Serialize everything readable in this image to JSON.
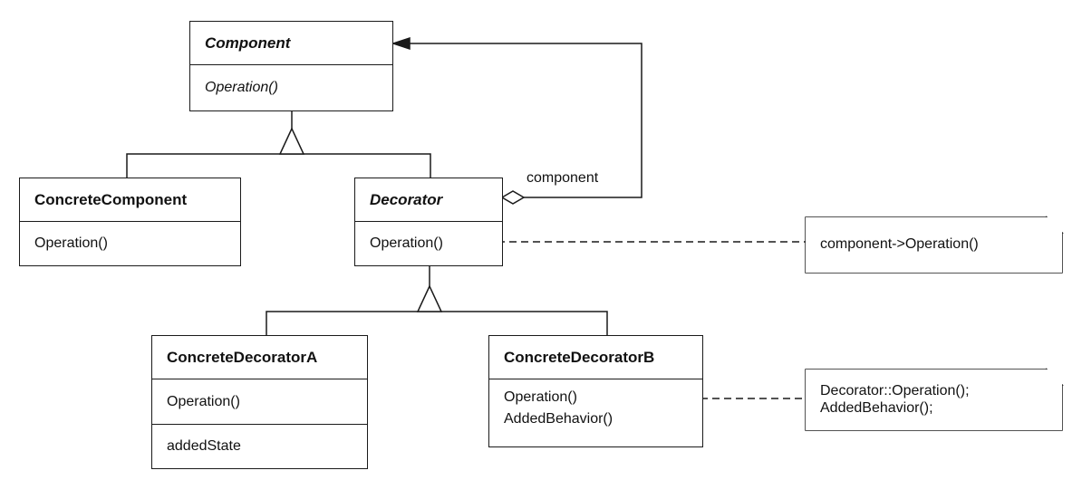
{
  "classes": {
    "component": {
      "name": "Component",
      "operation": "Operation()"
    },
    "concrete_component": {
      "name": "ConcreteComponent",
      "operation": "Operation()"
    },
    "decorator": {
      "name": "Decorator",
      "operation": "Operation()"
    },
    "concrete_decorator_a": {
      "name": "ConcreteDecoratorA",
      "operation": "Operation()",
      "attribute": "addedState"
    },
    "concrete_decorator_b": {
      "name": "ConcreteDecoratorB",
      "operations": [
        "Operation()",
        "AddedBehavior()"
      ]
    }
  },
  "association": {
    "role": "component"
  },
  "notes": {
    "decorator_note": {
      "lines": [
        "component->Operation()"
      ]
    },
    "concrete_b_note": {
      "lines": [
        "Decorator::Operation();",
        "AddedBehavior();"
      ]
    }
  },
  "colors": {
    "line": "#1a1a1a",
    "note_corner": "#9a9a9a"
  }
}
